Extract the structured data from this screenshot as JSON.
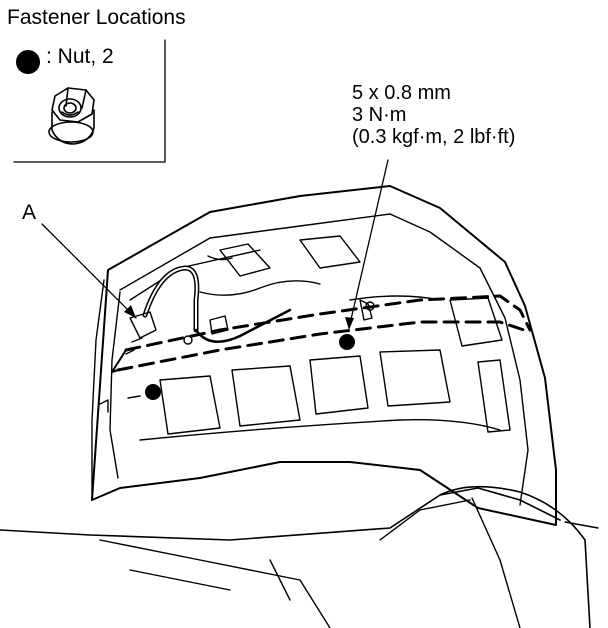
{
  "title": "Fastener Locations",
  "legend": {
    "text": ": Nut, 2",
    "icon": "black-dot-icon"
  },
  "callouts": {
    "a": "A"
  },
  "spec": {
    "line1": "5 x 0.8 mm",
    "line2": "3 N·m",
    "line3": "(0.3 kgf·m, 2 lbf·ft)"
  },
  "colors": {
    "ink": "#000000",
    "paper": "#ffffff"
  }
}
